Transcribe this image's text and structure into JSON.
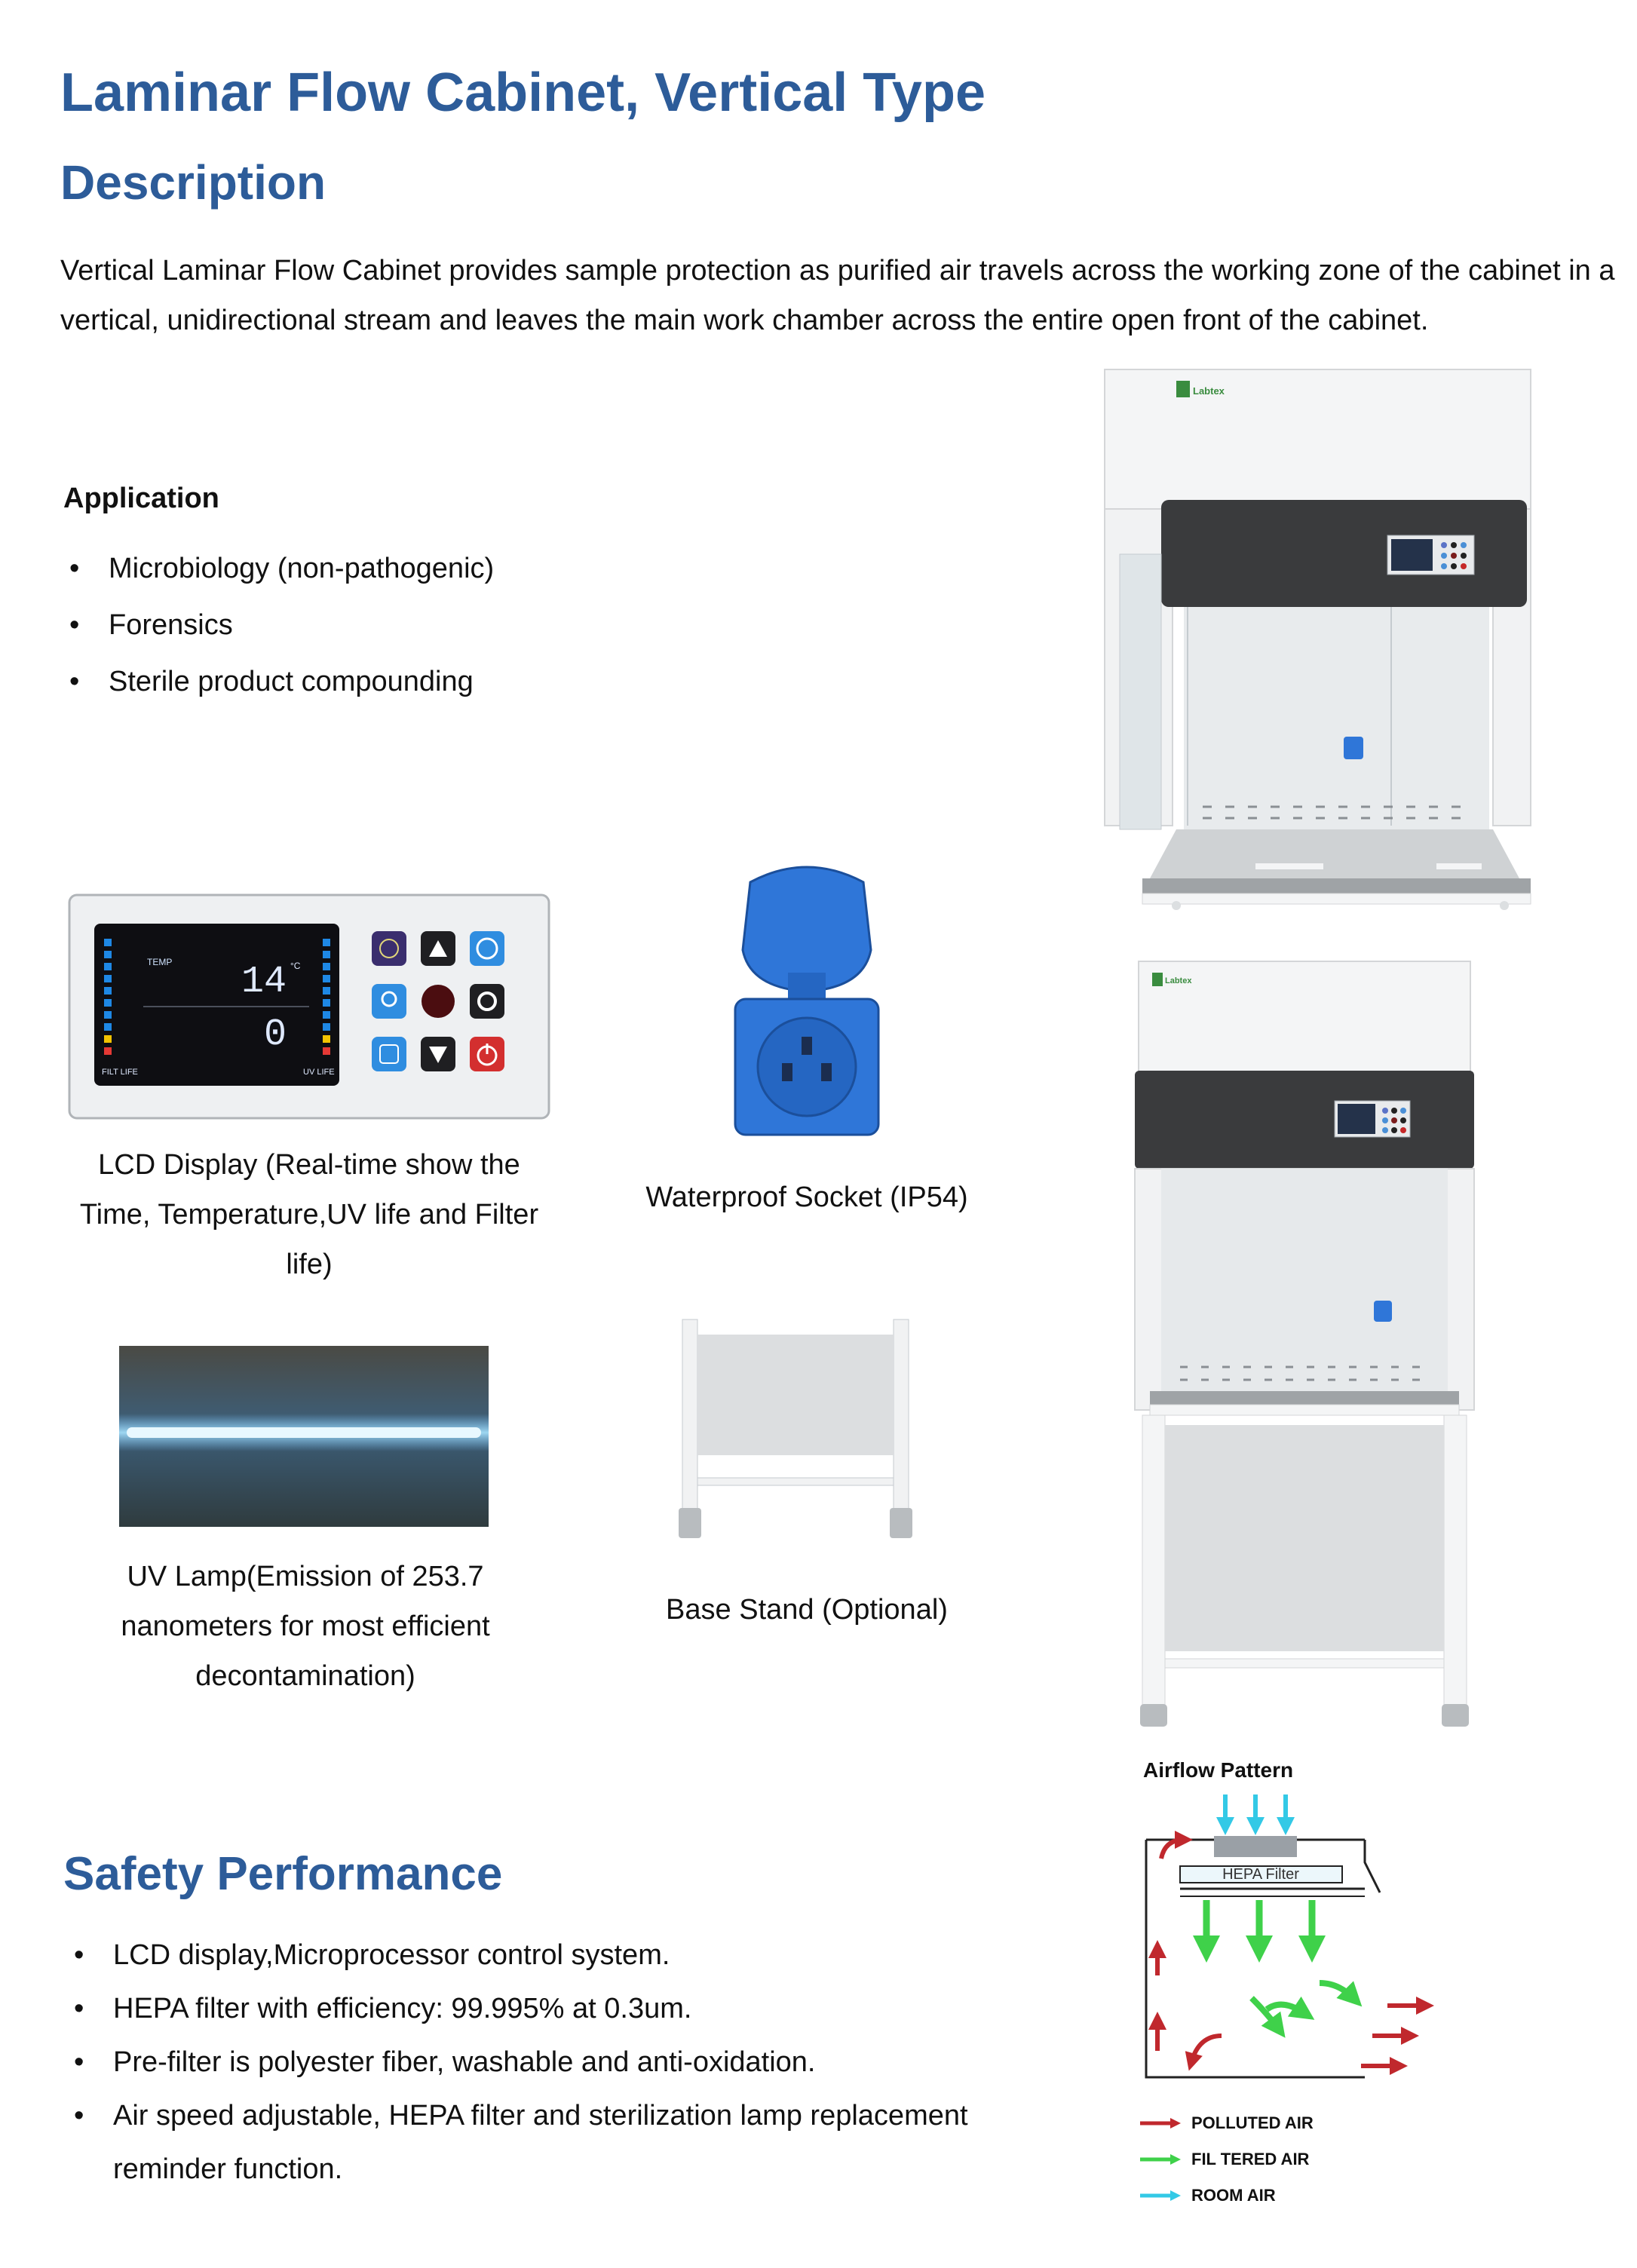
{
  "title": "Laminar Flow Cabinet, Vertical Type",
  "description": {
    "heading": "Description",
    "text": "Vertical Laminar Flow Cabinet provides sample protection as purified air travels across the working zone of the cabinet in a vertical, unidirectional stream and leaves the main work chamber across the entire open front of the cabinet."
  },
  "application": {
    "heading": "Application",
    "items": [
      "Microbiology (non-pathogenic)",
      "Forensics",
      "Sterile product compounding"
    ]
  },
  "features": {
    "lcd": {
      "caption": "LCD Display (Real-time show the Time, Temperature,UV life and Filter life)",
      "temp_value": "14",
      "temp_unit": "°C",
      "time_value": "0",
      "temp_label": "TEMP",
      "filt_label": "FILT LIFE",
      "uv_label": "UV LIFE"
    },
    "socket": {
      "caption": "Waterproof Socket (IP54)"
    },
    "uv_lamp": {
      "caption": "UV Lamp(Emission of 253.7 nanometers for most efficient decontamination)"
    },
    "base_stand": {
      "caption": "Base Stand (Optional)"
    }
  },
  "product": {
    "brand": "Labtex"
  },
  "safety": {
    "heading": "Safety Performance",
    "items": [
      "LCD display,Microprocessor control system.",
      "HEPA filter with efficiency: 99.995% at 0.3um.",
      "Pre-filter is polyester fiber, washable and anti-oxidation.",
      "Air speed adjustable, HEPA filter and sterilization lamp replacement reminder function."
    ]
  },
  "airflow": {
    "title": "Airflow Pattern",
    "filter_label": "HEPA Filter",
    "legend": [
      {
        "label": "POLLUTED AIR",
        "color": "#c0282d"
      },
      {
        "label": "FIL TERED AIR",
        "color": "#3fd14a"
      },
      {
        "label": "ROOM AIR",
        "color": "#33c9e6"
      }
    ]
  },
  "colors": {
    "heading": "#2d5c99",
    "accent_blue": "#2f76d8"
  }
}
